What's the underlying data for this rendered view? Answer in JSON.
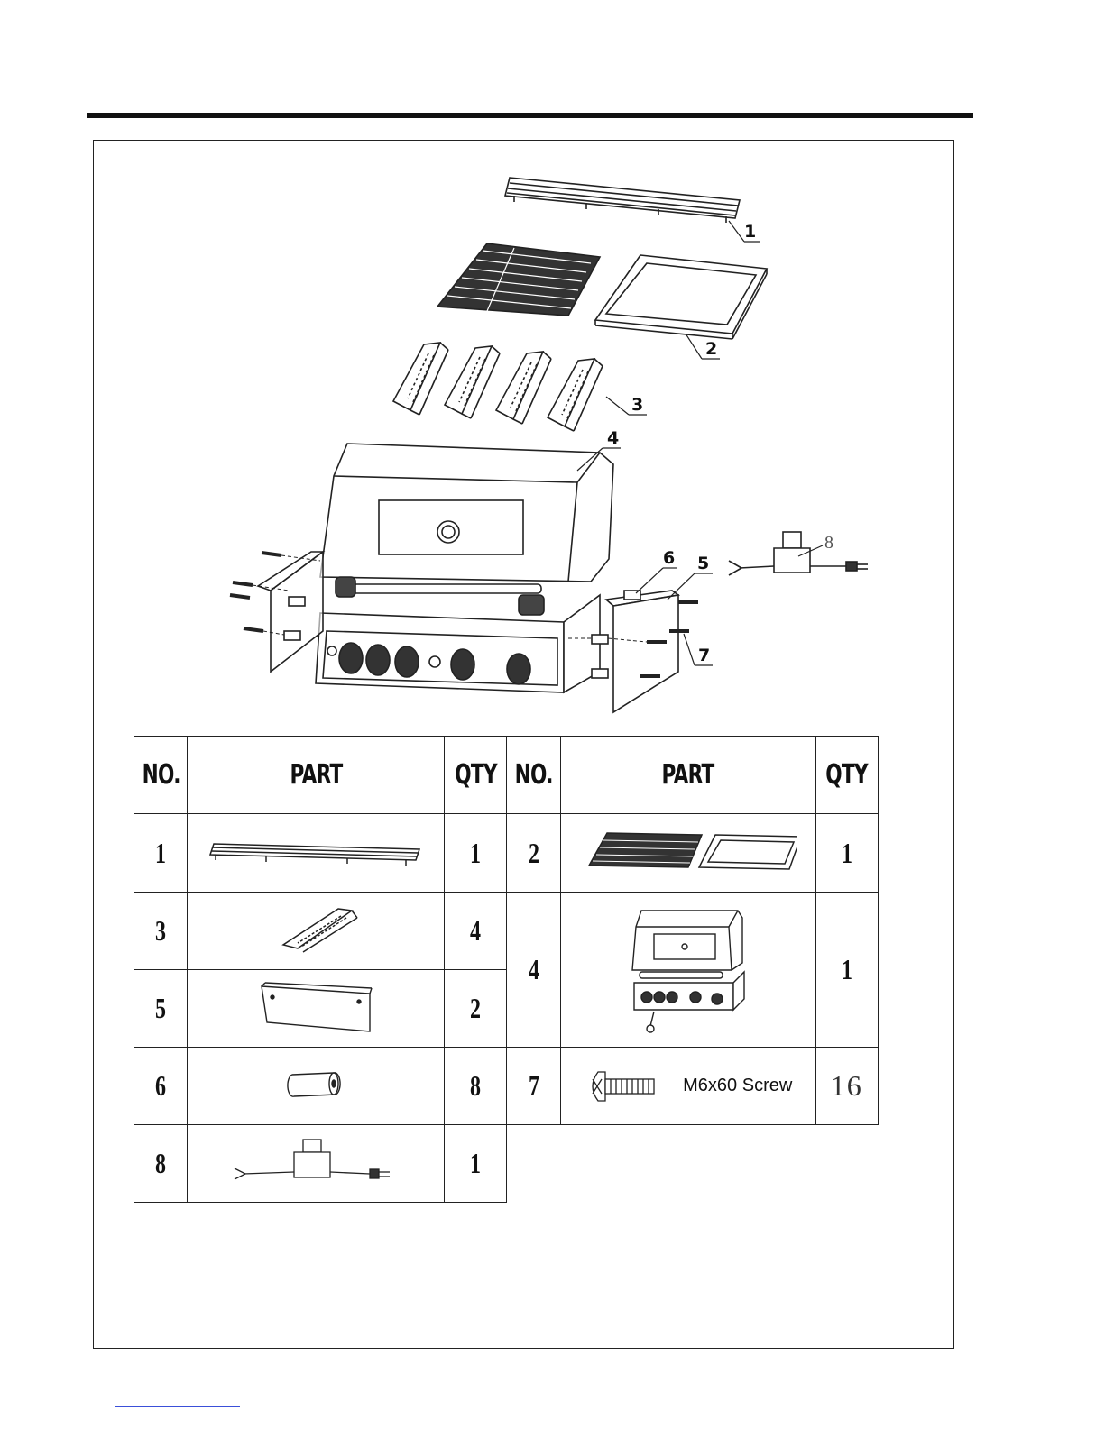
{
  "diagram": {
    "callouts": [
      "1",
      "2",
      "3",
      "4",
      "5",
      "6",
      "7",
      "8"
    ]
  },
  "table": {
    "headers": {
      "no_left": "NO.",
      "part_left": "PART",
      "qty_left": "QTY",
      "no_right": "NO.",
      "part_right": "PART",
      "qty_right": "QTY"
    },
    "rows": [
      {
        "no": "1",
        "qty": "1"
      },
      {
        "no": "2",
        "qty": "1"
      },
      {
        "no": "3",
        "qty": "4"
      },
      {
        "no": "4",
        "qty": "1"
      },
      {
        "no": "5",
        "qty": "2"
      },
      {
        "no": "6",
        "qty": "8"
      },
      {
        "no": "7",
        "qty": "16",
        "label": "M6x60 Screw"
      },
      {
        "no": "8",
        "qty": "1"
      }
    ]
  }
}
